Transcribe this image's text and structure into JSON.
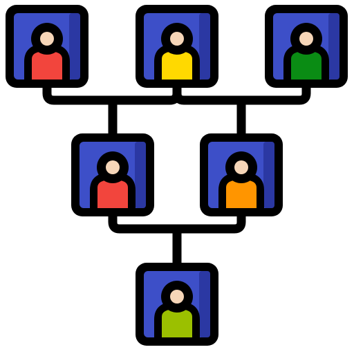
{
  "diagram": {
    "kind": "family-tree-icon",
    "frame_color": "#3d4fc8",
    "frame_shade": "#2b38a3",
    "outline_color": "#000000",
    "connector_color": "#000000",
    "skin_color": "#f6d6b8",
    "nodes": [
      {
        "id": "top-left",
        "level": 0,
        "shirt_color": "#f2453d"
      },
      {
        "id": "top-middle",
        "level": 0,
        "shirt_color": "#ffd900"
      },
      {
        "id": "top-right",
        "level": 0,
        "shirt_color": "#0a8c14"
      },
      {
        "id": "middle-left",
        "level": 1,
        "shirt_color": "#f2453d"
      },
      {
        "id": "middle-right",
        "level": 1,
        "shirt_color": "#ff9500"
      },
      {
        "id": "bottom",
        "level": 2,
        "shirt_color": "#9bc000"
      }
    ],
    "edges": [
      {
        "parents": [
          "top-left",
          "top-middle"
        ],
        "child": "middle-left"
      },
      {
        "parents": [
          "top-middle",
          "top-right"
        ],
        "child": "middle-right"
      },
      {
        "parents": [
          "middle-left",
          "middle-right"
        ],
        "child": "bottom"
      }
    ]
  }
}
